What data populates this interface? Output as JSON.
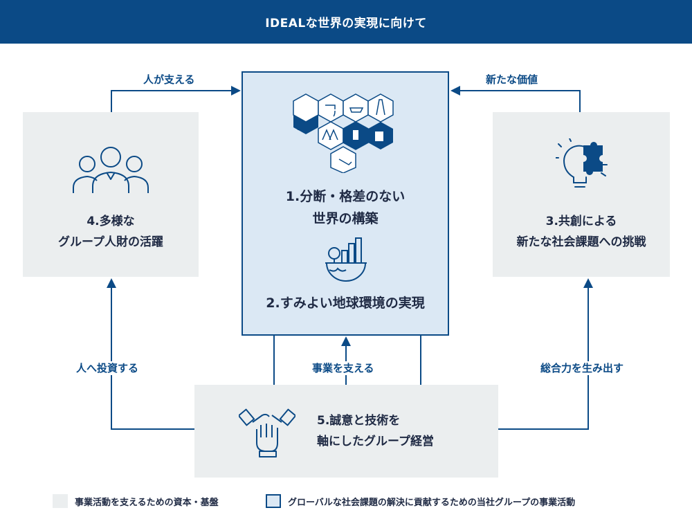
{
  "header": {
    "title": "IDEALな世界の実現に向けて"
  },
  "center": {
    "line1a": "1.分断・格差のない",
    "line1b": "世界の構築",
    "line2": "2.すみよい地球環境の実現"
  },
  "left_box": {
    "line1": "4.多様な",
    "line2": "グループ人財の活躍"
  },
  "right_box": {
    "line1": "3.共創による",
    "line2": "新たな社会課題への挑戦"
  },
  "bottom_box": {
    "line1": "5.誠意と技術を",
    "line2": "軸にしたグループ経営"
  },
  "flows": {
    "top_left": "人が支える",
    "top_right": "新たな価値",
    "left": "人へ投資する",
    "center": "事業を支える",
    "right": "総合力を生み出す"
  },
  "legend": {
    "base": "事業活動を支えるための資本・基盤",
    "activity": "グローバルな社会課題の解決に貢献するための当社グループの事業活動"
  },
  "colors": {
    "primary": "#0b4a86",
    "box_gray": "#ebeeef",
    "center_fill": "#dbe8f4",
    "text_dark": "#1f2a44"
  },
  "icons": {
    "center_top": "hexagon-infrastructure-icon",
    "center_mid": "green-city-globe-icon",
    "left": "group-people-icon",
    "right": "lightbulb-puzzle-icon",
    "bottom": "joined-hands-icon"
  }
}
